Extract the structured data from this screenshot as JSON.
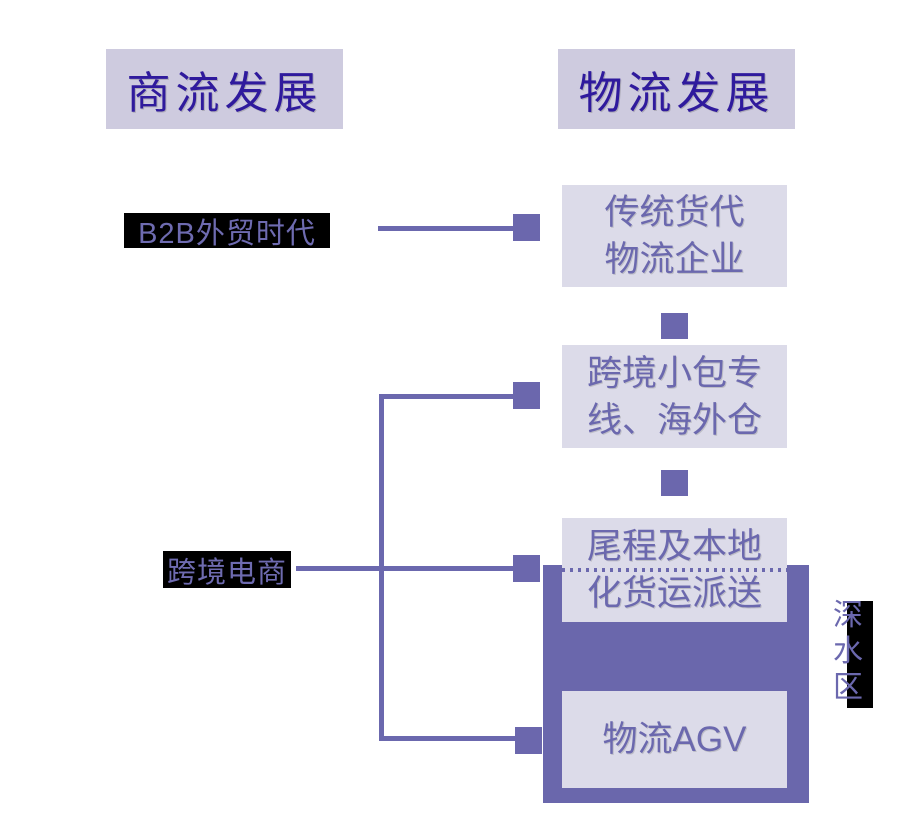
{
  "diagram": {
    "headers": {
      "commerce": "商流发展",
      "logistics": "物流发展"
    },
    "labels": {
      "b2b_era": "B2B外贸时代",
      "cross_border_ecommerce": "跨境电商",
      "deep_water_zone": "深水区"
    },
    "boxes": {
      "traditional_forwarder": {
        "line1": "传统货代",
        "line2": "物流企业"
      },
      "parcel_overseas": {
        "line1": "跨境小包专",
        "line2": "线、海外仓"
      },
      "last_mile": {
        "line1": "尾程及本地",
        "line2": "化货运派送"
      },
      "agv": {
        "label": "物流AGV"
      }
    },
    "colors": {
      "header_bg": "#cecbdf",
      "header_text": "#2f1a9d",
      "box_bg": "#dcdbe9",
      "box_text": "#6b68ae",
      "connector": "#6b68ae",
      "connector_square": "#6b67ad",
      "deep_zone_bg": "#6a67ac",
      "label_text": "#6e6bb0",
      "label_bg": "#000000",
      "page_bg": "#ffffff"
    }
  }
}
